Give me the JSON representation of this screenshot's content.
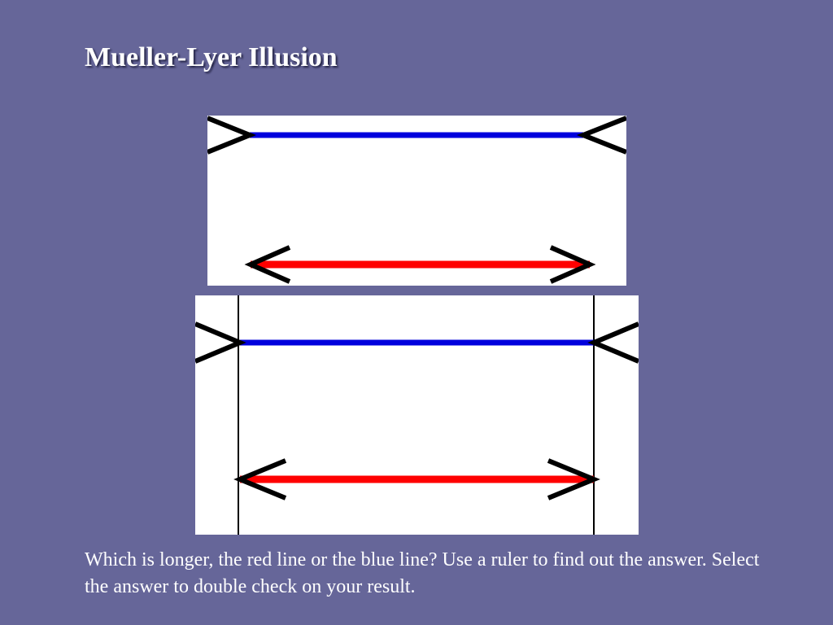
{
  "slide": {
    "title": "Mueller-Lyer Illusion",
    "question": "Which is longer, the red line or the blue line? Use a ruler to find out the answer. Select the answer to double check on your result."
  },
  "colors": {
    "background": "#666699",
    "panel": "#ffffff",
    "blue_line": "#0000dd",
    "red_line": "#ff0000",
    "arrowheads": "#000000"
  },
  "figures": [
    {
      "name": "illusion",
      "blue_line": "fins outward",
      "red_line": "arrowheads inward",
      "guide_lines": false
    },
    {
      "name": "illusion-measured",
      "blue_line": "fins outward",
      "red_line": "arrowheads inward",
      "guide_lines": true
    }
  ]
}
